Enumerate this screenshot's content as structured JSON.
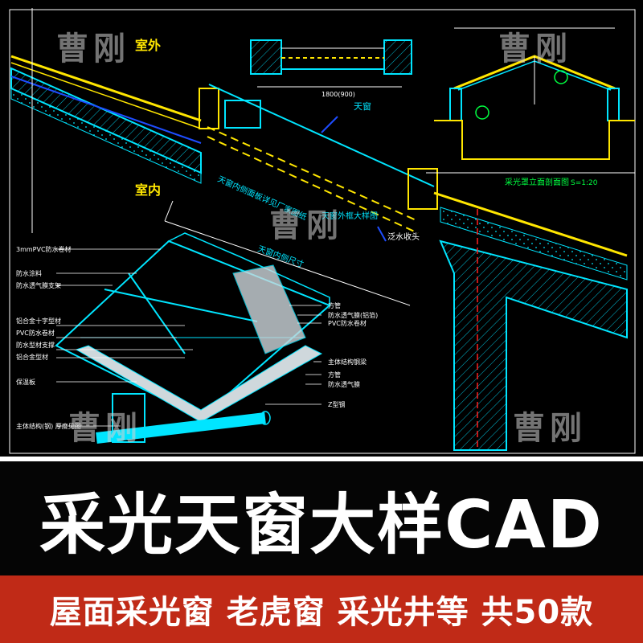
{
  "watermark": "曹刚",
  "labels": {
    "outdoor": "室外",
    "indoor": "室内",
    "skylight": "天窗",
    "install_note": "天窗内侧面板详见厂家图纸",
    "frame_note": "天窗外框大样图",
    "span_note": "天窗内侧尺寸",
    "section_title": "采光罩立面剖面图",
    "section_scale": "S=1:20",
    "dim_top": "1800(900)",
    "edge_note": "泛水收头"
  },
  "iso_labels_left": [
    "3mmPVC防水卷材",
    "防水涂料",
    "防水透气膜支架",
    "铝合金十字型材",
    "PVC防水卷材",
    "防水型材支撑",
    "铝合金型材",
    "保温板",
    "主体结构(钢) 厚度见图"
  ],
  "iso_labels_right": [
    "方管",
    "防水透气膜(铝箔)",
    "PVC防水卷材",
    "主体结构钢梁",
    "方管",
    "防水透气膜",
    "Z型钢"
  ],
  "title": "采光天窗大样CAD",
  "subtitle": "屋面采光窗 老虎窗 采光井等 共50款",
  "colors": {
    "cyan": "#00e5ff",
    "yellow": "#ffe600",
    "blue": "#1e4dff",
    "red": "#ff2020",
    "green": "#00ff40",
    "banner_red": "#c02a17"
  }
}
